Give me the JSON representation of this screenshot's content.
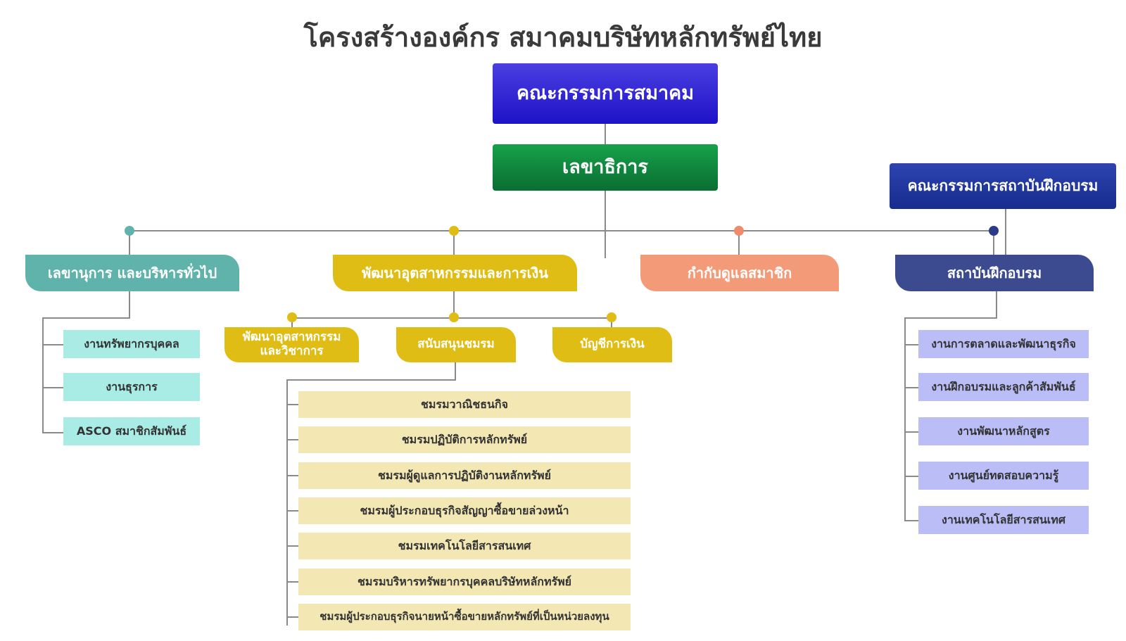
{
  "title": "โครงสร้างองค์กร สมาคมบริษัทหลักทรัพย์ไทย",
  "board": "คณะกรรมการสมาคม",
  "secretary_general": "เลขาธิการ",
  "training_board": "คณะกรรมการสถาบันฝึกอบรม",
  "departments": [
    "เลขานุการ และบริหารทั่วไป",
    "พัฒนาอุตสาหกรรมและการเงิน",
    "กำกับดูแลสมาชิก",
    "สถาบันฝึกอบรม"
  ],
  "admin_units": [
    "งานทรัพยากรบุคคล",
    "งานธุรการ",
    "ASCO สมาชิกสัมพันธ์"
  ],
  "industry_subunits": [
    "พัฒนาอุตสาหกรรม\nและวิชาการ",
    "สนับสนุนชมรม",
    "บัญชีการเงิน"
  ],
  "clubs": [
    "ชมรมวาณิชธนกิจ",
    "ชมรมปฏิบัติการหลักทรัพย์",
    "ชมรมผู้ดูแลการปฏิบัติงานหลักทรัพย์",
    "ชมรมผู้ประกอบธุรกิจสัญญาซื้อขายล่วงหน้า",
    "ชมรมเทคโนโลยีสารสนเทศ",
    "ชมรมบริหารทรัพยากรบุคคลบริษัทหลักทรัพย์",
    "ชมรมผู้ประกอบธุรกิจนายหน้าซื้อขายหลักทรัพย์ที่เป็นหน่วยลงทุน"
  ],
  "training_units": [
    "งานการตลาดและพัฒนาธุรกิจ",
    "งานฝึกอบรมและลูกค้าสัมพันธ์",
    "งานพัฒนาหลักสูตร",
    "งานศูนย์ทดสอบความรู้",
    "งานเทคโนโลยีสารสนเทศ"
  ],
  "colors": {
    "board": "#2a1fd4",
    "secretary_general": "#0f8a3e",
    "admin": "#5fb3ab",
    "industry": "#e0bd14",
    "supervision": "#f39a78",
    "training": "#3c4a90"
  }
}
